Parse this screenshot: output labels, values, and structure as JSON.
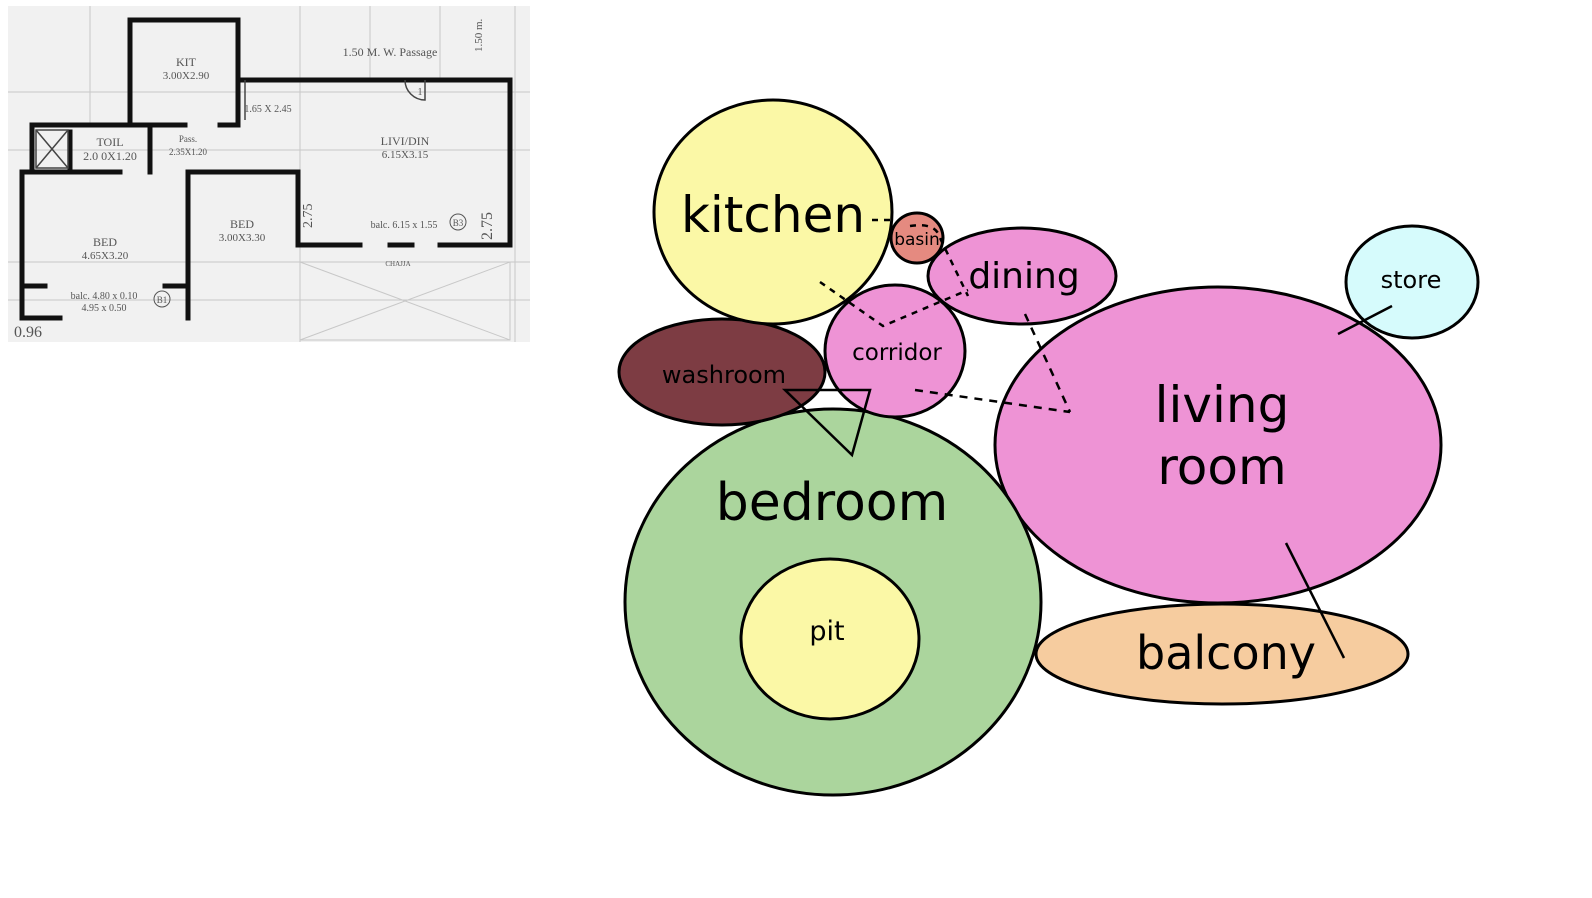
{
  "colors": {
    "kitchen": "#fbf8a6",
    "basin": "#e58a80",
    "dining": "#ee93d5",
    "corridor": "#ee93d5",
    "washroom": "#7d3c43",
    "bedroom": "#abd59d",
    "pit": "#fbf8a6",
    "living": "#ee93d5",
    "store": "#d6fbfc",
    "balcony": "#f6cc9f",
    "outline": "#000000"
  },
  "floor_plan": {
    "labels": {
      "kit": "KIT",
      "kit_dim": "3.00X2.90",
      "passage": "1.50 M. W. Passage",
      "passage_side": "1.50 m.",
      "passage_dim": "1.65 X 2.45",
      "toilet": "TOIL",
      "toilet_dim": "2.0 0X1.20",
      "pass": "Pass.",
      "pass_dim": "2.35X1.20",
      "living": "LIVI/DIN",
      "living_dim": "6.15X3.15",
      "bed1": "BED",
      "bed1_dim": "4.65X3.20",
      "bed2": "BED",
      "bed2_dim": "3.00X3.30",
      "balc1": "balc. 4.80 x 0.10",
      "balc1_dim": "4.95 x 0.50",
      "balc2": "balc. 6.15 x 1.55",
      "b1": "B1",
      "b3": "B3",
      "door1": "1",
      "side_275a": "2.75",
      "side_275b": "2.75",
      "edge_096": "0.96",
      "chajja": "CHAJJA"
    }
  },
  "bubbles": {
    "kitchen": "kitchen",
    "basin": "basin",
    "dining": "dining",
    "corridor": "corridor",
    "washroom": "washroom",
    "bedroom": "bedroom",
    "pit": "pit",
    "living_line1": "living",
    "living_line2": "room",
    "store": "store",
    "balcony": "balcony"
  }
}
